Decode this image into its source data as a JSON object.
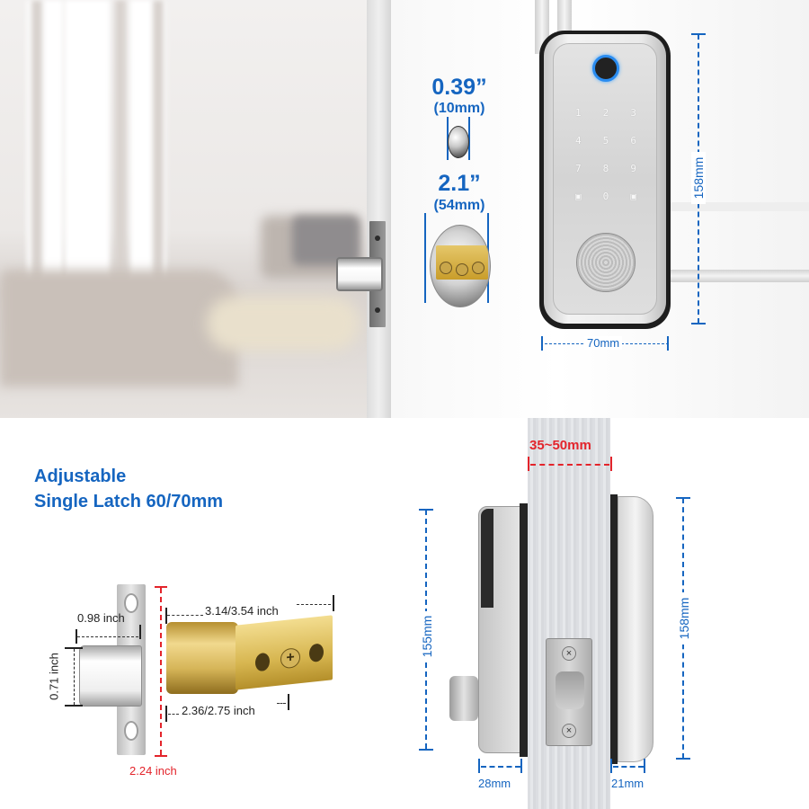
{
  "top_panel": {
    "spindle": {
      "inches": "0.39”",
      "mm": "(10mm)"
    },
    "cylinder": {
      "inches": "2.1”",
      "mm": "(54mm)"
    },
    "front_lock": {
      "height": "158mm",
      "width": "70mm",
      "keypad_keys": [
        "1",
        "2",
        "3",
        "4",
        "5",
        "6",
        "7",
        "8",
        "9",
        "▣",
        "0",
        "▣"
      ],
      "fingerprint_ring_color": "#2a8cf0"
    }
  },
  "latch_panel": {
    "title_line1": "Adjustable",
    "title_line2": "Single Latch 60/70mm",
    "dims": {
      "bolt_length": "0.98 inch",
      "bolt_height": "0.71 inch",
      "backset_long": "3.14/3.54 inch",
      "backset_short": "2.36/2.75 inch",
      "faceplate_height": "2.24 inch"
    }
  },
  "side_panel": {
    "door_thickness": "35~50mm",
    "inner_height": "155mm",
    "outer_height": "158mm",
    "inner_depth": "28mm",
    "outer_depth": "21mm"
  },
  "colors": {
    "dimension_blue": "#1565c0",
    "highlight_red": "#e3242b",
    "brass": "#d7b650"
  }
}
